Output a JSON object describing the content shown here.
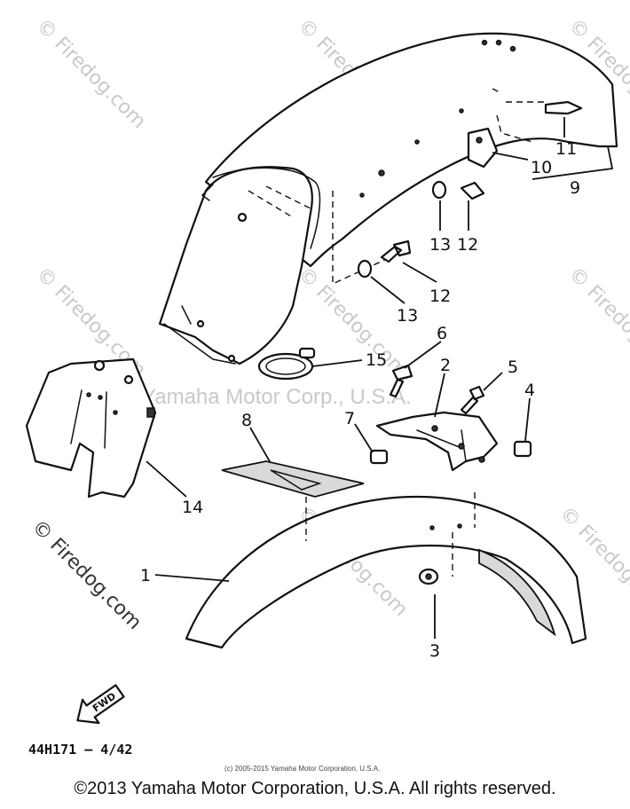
{
  "watermark": {
    "site": "© Firedog.com",
    "center": "Yamaha Motor Corp., U.S.A."
  },
  "callouts": [
    "1",
    "2",
    "3",
    "4",
    "5",
    "6",
    "7",
    "8",
    "9",
    "10",
    "11",
    "12",
    "12",
    "13",
    "13",
    "14",
    "15"
  ],
  "fwd_label": "FWD",
  "diagram_code": "44H171 – 4/42",
  "small_notice": "(c) 2005-2015 Yamaha Motor Corporation, U.S.A.",
  "copyright": "©2013 Yamaha Motor Corporation, U.S.A. All rights reserved."
}
